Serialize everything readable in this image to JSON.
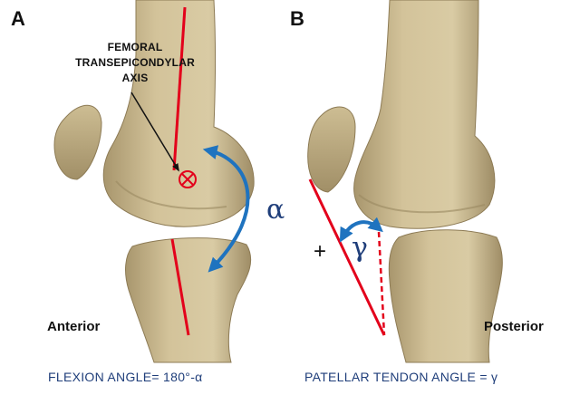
{
  "panels": {
    "a": {
      "label": "A",
      "axis_label_lines": [
        "FEMORAL",
        "TRANSEPICONDYLAR",
        "AXIS"
      ],
      "angle_symbol": "α",
      "side_label": "Anterior",
      "caption": "FLEXION ANGLE= 180°-α"
    },
    "b": {
      "label": "B",
      "sign": "+",
      "angle_symbol": "γ",
      "side_label": "Posterior",
      "caption": "PATELLAR TENDON ANGLE = γ"
    }
  },
  "colors": {
    "bone": "#d3c39a",
    "bone_shadow": "#a8966d",
    "axis_line": "#e3001b",
    "angle_arrow": "#1f73bf",
    "caption_text": "#1f3e7a",
    "label_text": "#111111"
  }
}
